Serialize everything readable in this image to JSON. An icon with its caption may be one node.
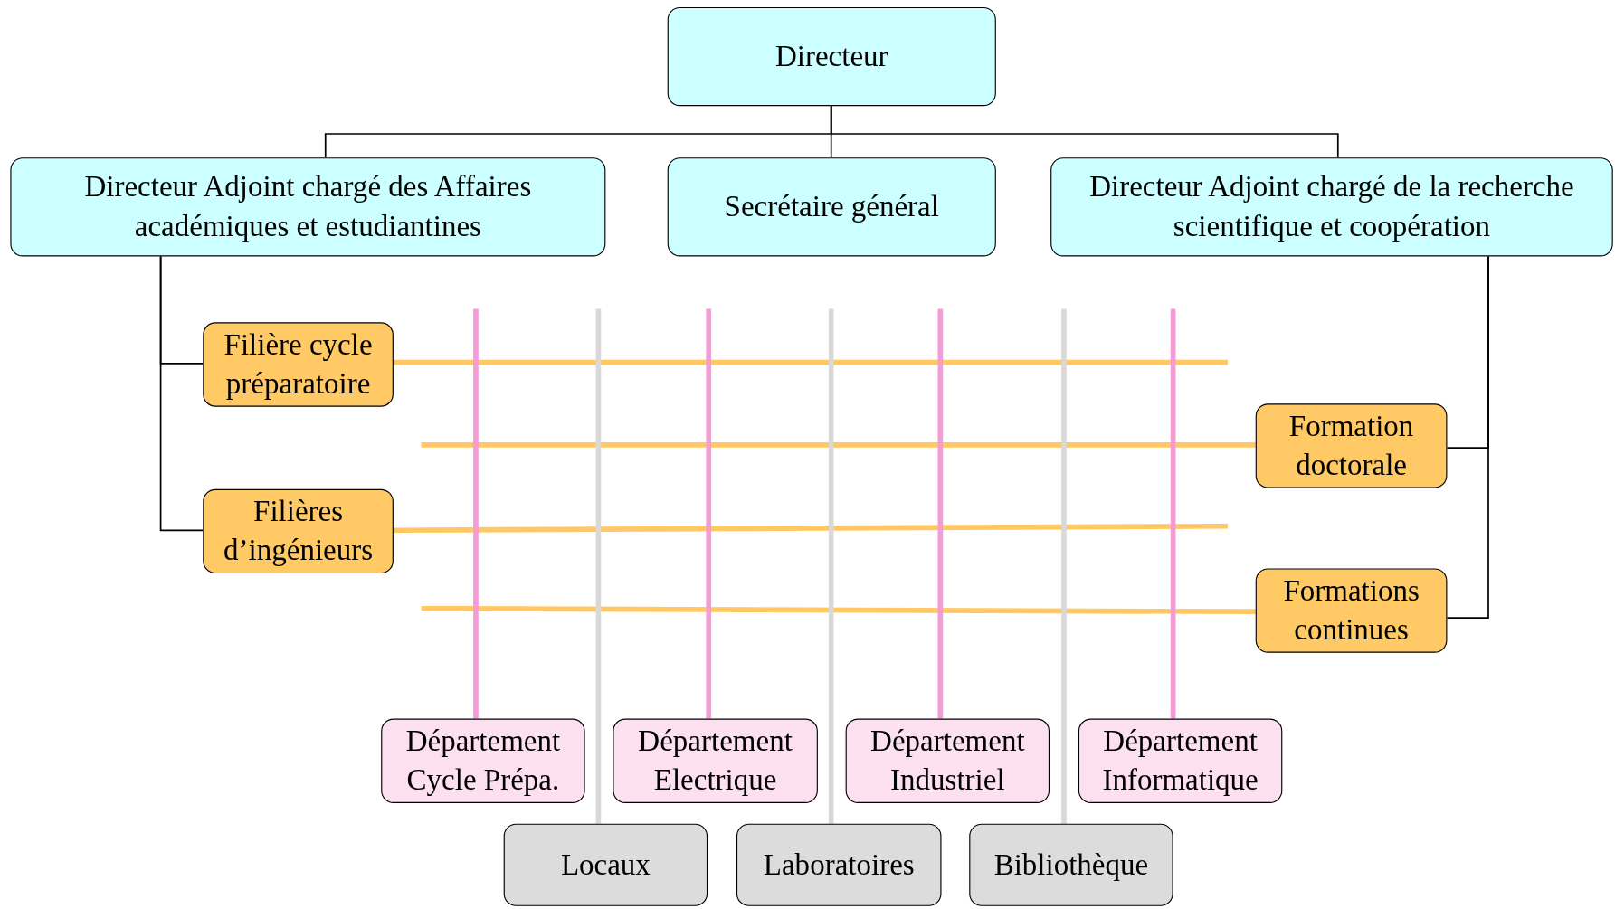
{
  "diagram": {
    "nodes": [
      {
        "text": [
          "Directeur"
        ]
      },
      {
        "text": [
          "Directeur Adjoint chargé des Affaires académiques et estudiantines"
        ]
      },
      {
        "text": [
          "Secrétaire général"
        ]
      },
      {
        "text": [
          "Directeur Adjoint chargé de la recherche scientifique et coopération"
        ]
      },
      {
        "text": [
          "Filière cycle préparatoire"
        ]
      },
      {
        "text": [
          "Formation doctorale"
        ]
      },
      {
        "text": [
          "Filières d’ingénieurs"
        ]
      },
      {
        "text": [
          "Formations continues"
        ]
      },
      {
        "text": [
          "Département Cycle Prépa."
        ]
      },
      {
        "text": [
          "Département Electrique"
        ]
      },
      {
        "text": [
          "Département Industriel"
        ]
      },
      {
        "text": [
          "Département Informatique"
        ]
      },
      {
        "text": [
          "Locaux"
        ]
      },
      {
        "text": [
          "Laboratoires"
        ]
      },
      {
        "text": [
          "Bibliothèque"
        ]
      }
    ],
    "edges": [
      {
        "from": 0,
        "to": 1,
        "arrow": "none"
      },
      {
        "from": 0,
        "to": 2,
        "arrow": "none"
      },
      {
        "from": 0,
        "to": 3,
        "arrow": "none"
      },
      {
        "from": 1,
        "to": 4,
        "arrow": "none"
      },
      {
        "from": 1,
        "to": 6,
        "arrow": "none"
      },
      {
        "from": 3,
        "to": 5,
        "arrow": "none"
      },
      {
        "from": 3,
        "to": 7,
        "arrow": "none"
      },
      {
        "from": 4,
        "to": null,
        "arrow": "none",
        "color": "#ffc864"
      },
      {
        "from": 5,
        "to": null,
        "arrow": "none",
        "color": "#ffc864"
      },
      {
        "from": 6,
        "to": null,
        "arrow": "none",
        "color": "#ffc864"
      },
      {
        "from": 7,
        "to": null,
        "arrow": "none",
        "color": "#ffc864"
      },
      {
        "from": 8,
        "to": null,
        "arrow": "none",
        "color": "#f59bd6"
      },
      {
        "from": 9,
        "to": null,
        "arrow": "none",
        "color": "#f59bd6"
      },
      {
        "from": 10,
        "to": null,
        "arrow": "none",
        "color": "#f59bd6"
      },
      {
        "from": 11,
        "to": null,
        "arrow": "none",
        "color": "#f59bd6"
      },
      {
        "from": 12,
        "to": null,
        "arrow": "none",
        "color": "#d9d9d9"
      },
      {
        "from": 13,
        "to": null,
        "arrow": "none",
        "color": "#d9d9d9"
      },
      {
        "from": 14,
        "to": null,
        "arrow": "none",
        "color": "#d9d9d9"
      }
    ]
  }
}
